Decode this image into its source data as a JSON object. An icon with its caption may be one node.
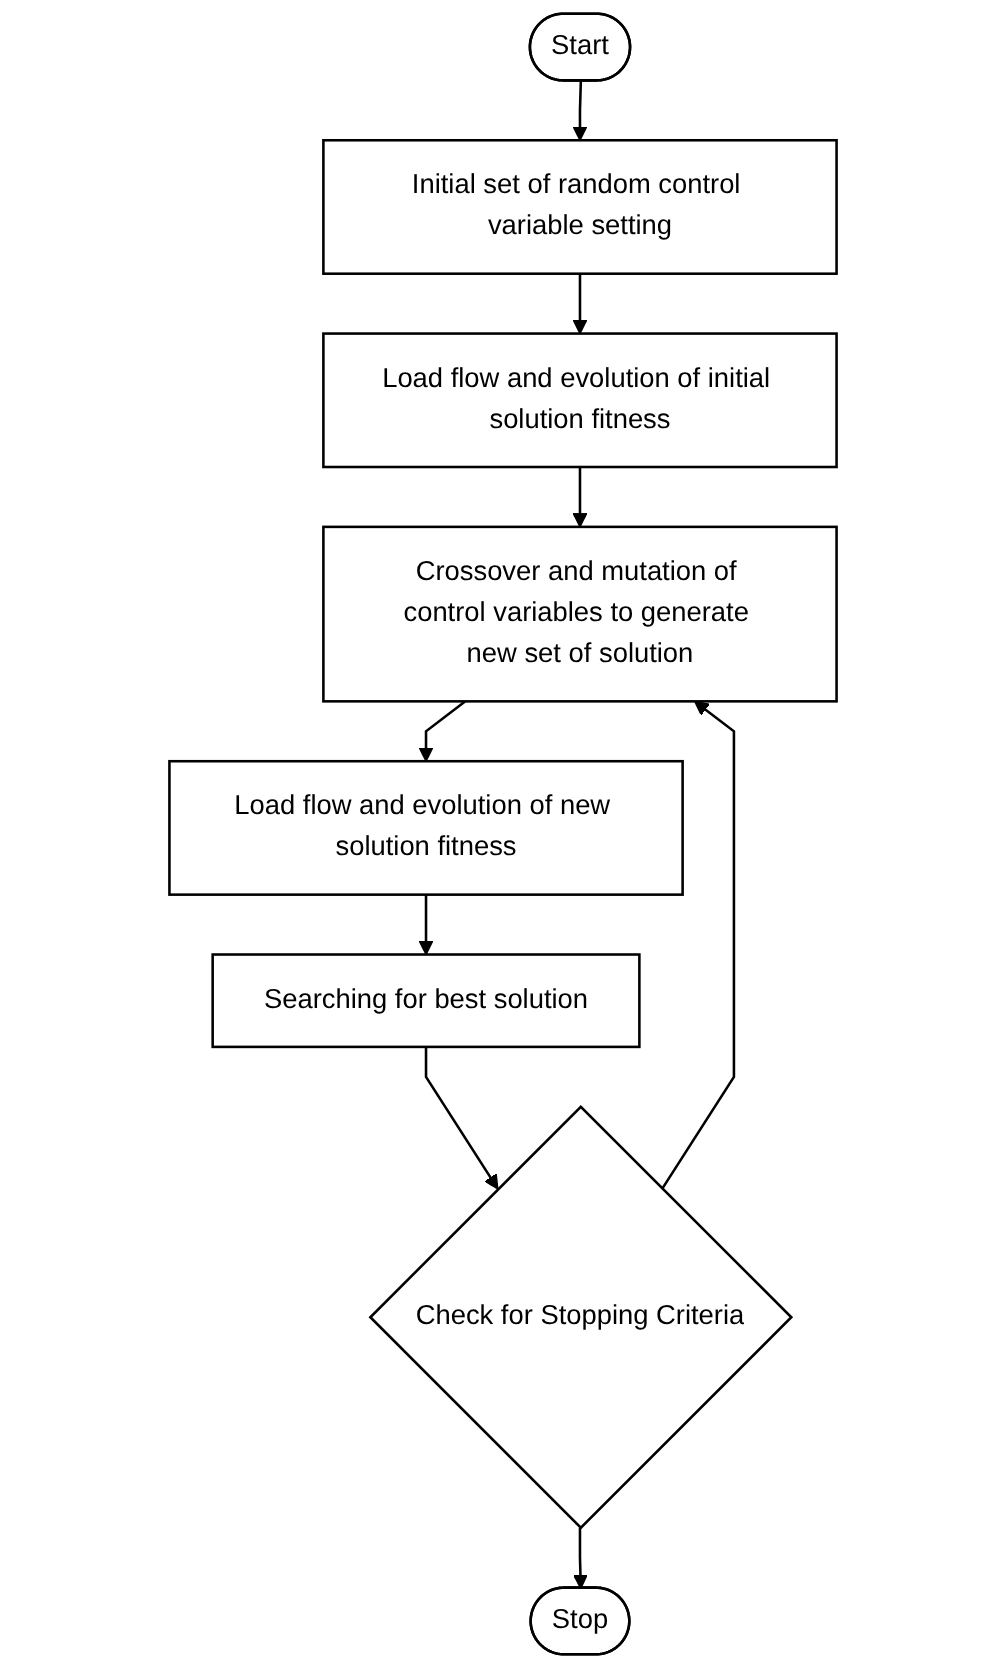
{
  "diagram": {
    "nodes": [
      {
        "text": [
          "Start"
        ]
      },
      {
        "text": [
          "Initial set of random control variable setting"
        ]
      },
      {
        "text": [
          "Load flow and evolution of initial solution fitness"
        ]
      },
      {
        "text": [
          "Crossover and mutation of control variables to generate new set of solution"
        ]
      },
      {
        "text": [
          "Load flow and evolution of new solution fitness"
        ]
      },
      {
        "text": [
          "Searching for best solution"
        ]
      },
      {
        "text": [
          "Check for Stopping Criteria"
        ]
      },
      {
        "text": [
          "Stop"
        ]
      }
    ],
    "edges": [
      {
        "from": 0,
        "to": 1,
        "arrow": "to"
      },
      {
        "from": 1,
        "to": 2,
        "arrow": "to"
      },
      {
        "from": 2,
        "to": 3,
        "arrow": "to"
      },
      {
        "from": 3,
        "to": 4,
        "arrow": "to"
      },
      {
        "from": 4,
        "to": 5,
        "arrow": "to"
      },
      {
        "from": 5,
        "to": 6,
        "arrow": "to"
      },
      {
        "from": 6,
        "to": 7,
        "arrow": "to"
      },
      {
        "from": 6,
        "to": 3,
        "arrow": "to"
      }
    ]
  }
}
